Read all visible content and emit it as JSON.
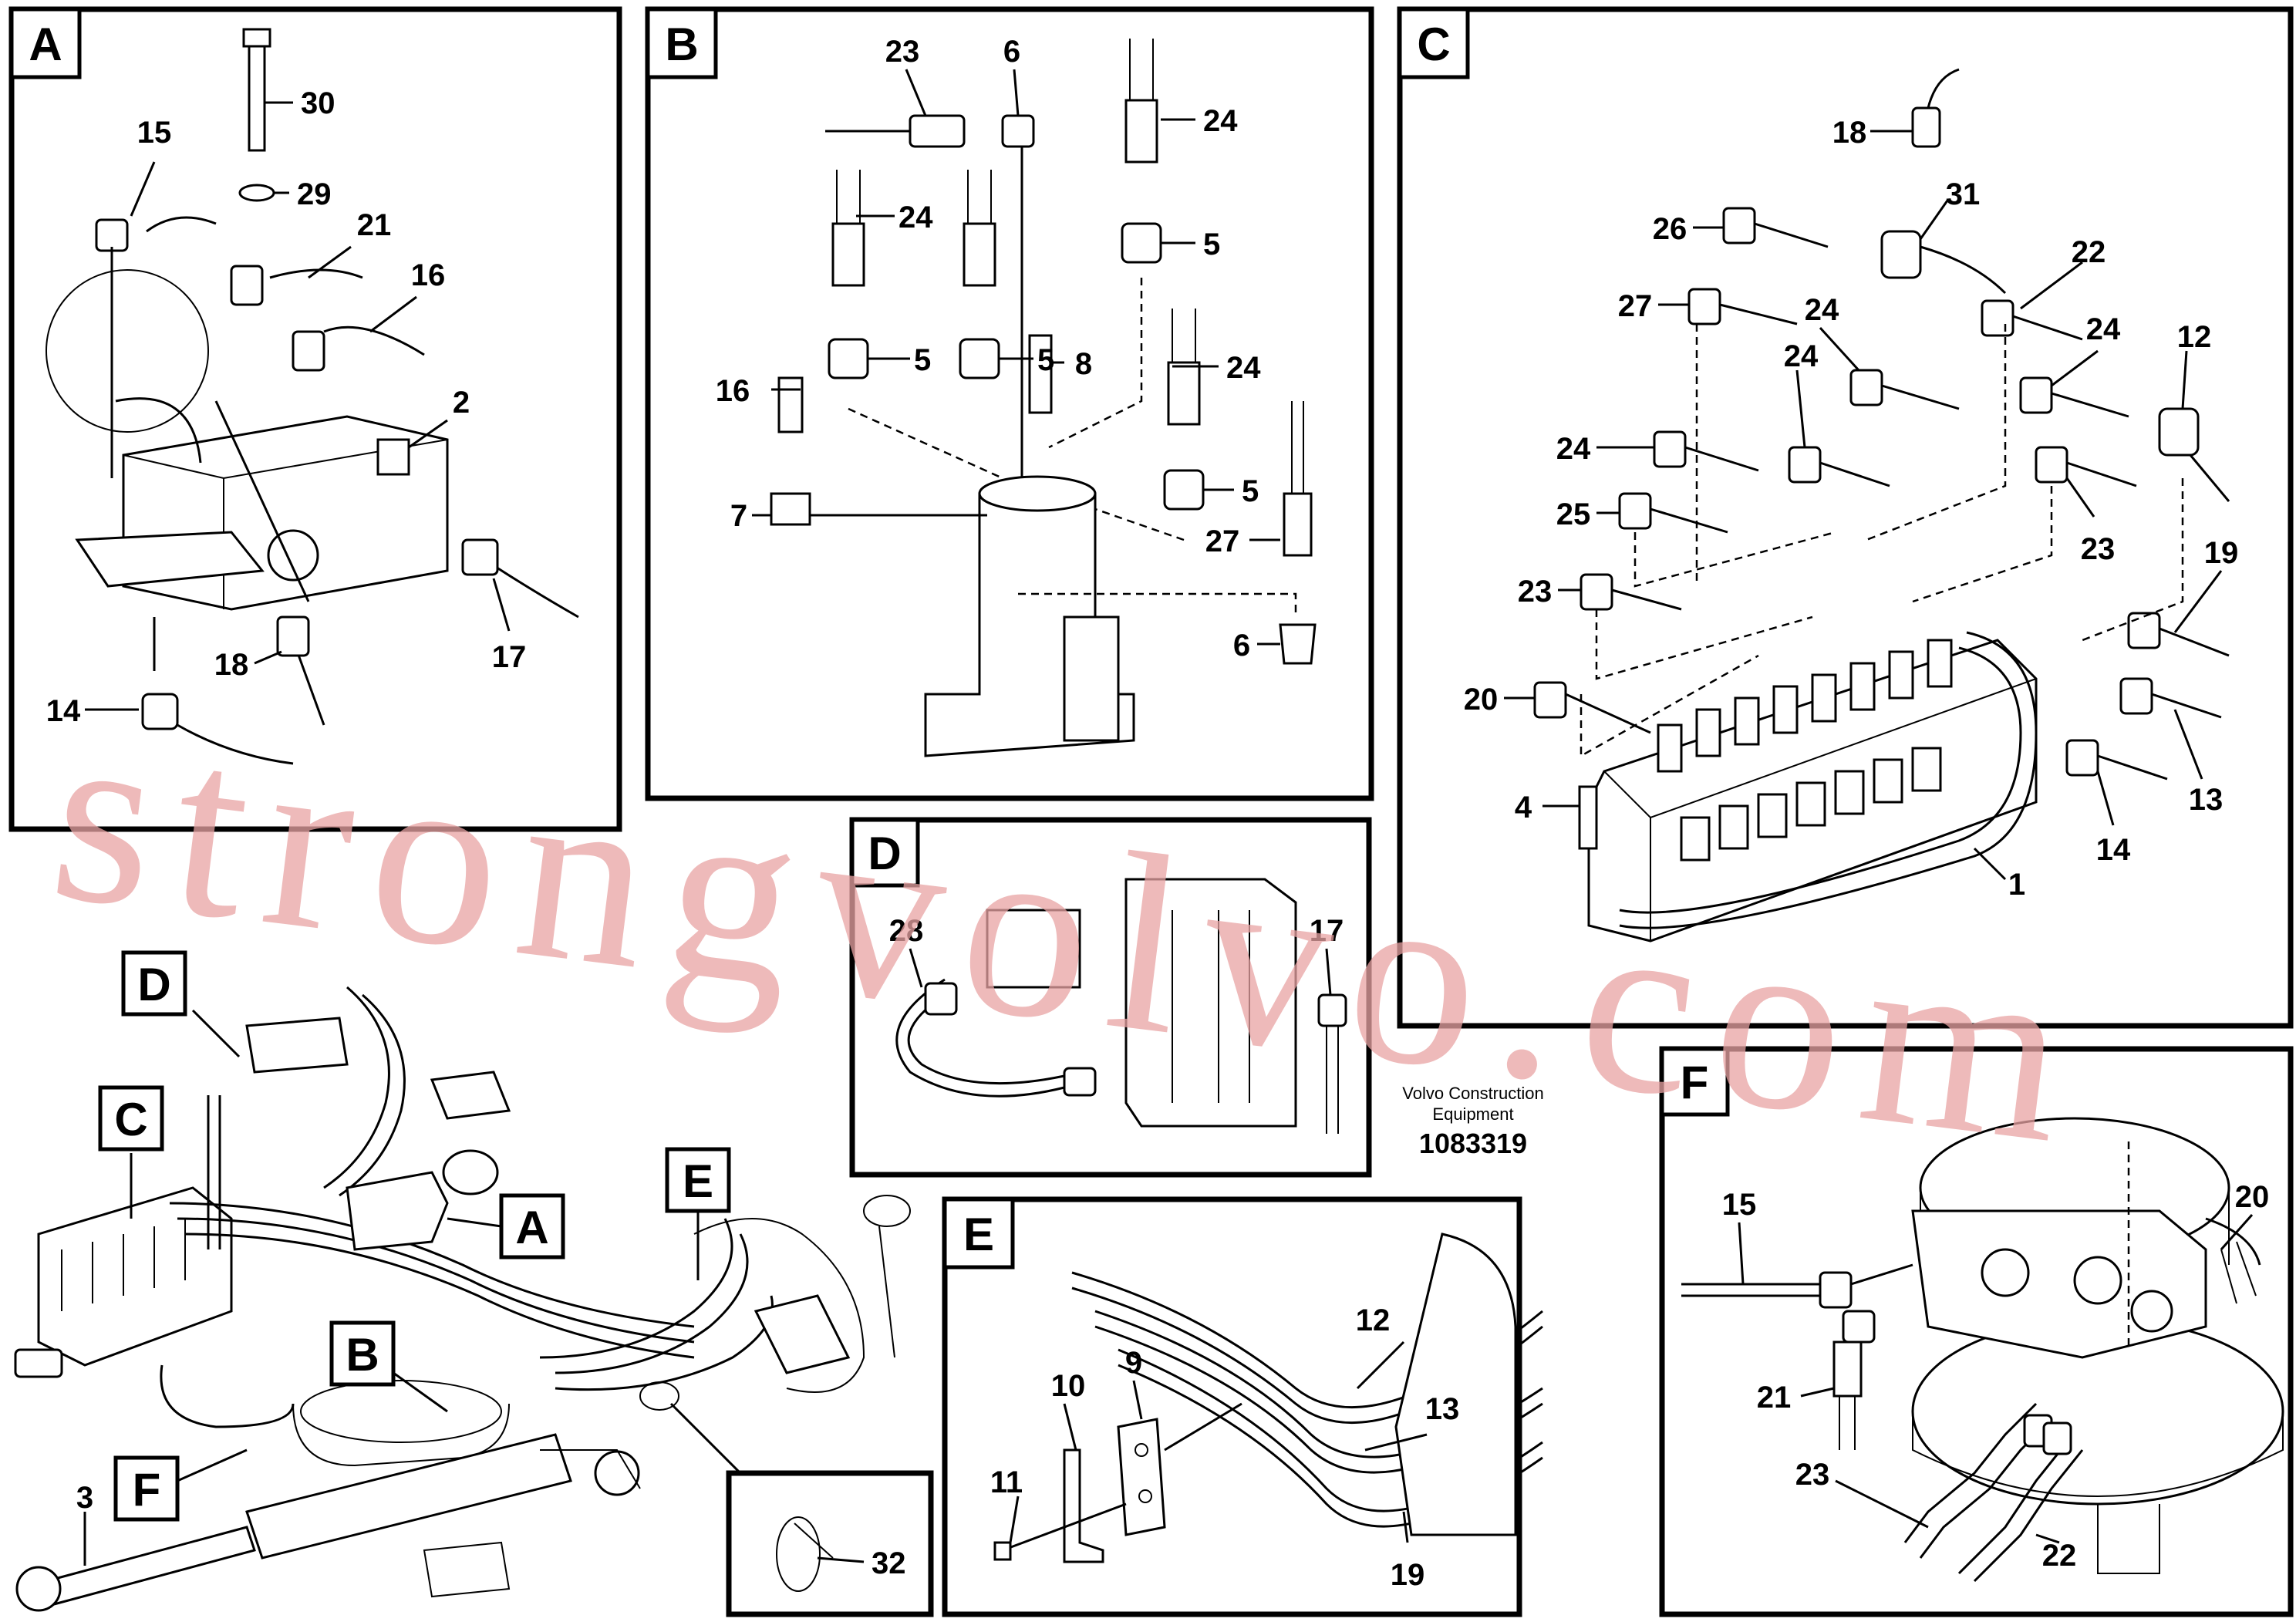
{
  "panels": {
    "A": {
      "tag": "A",
      "labels": [
        "30",
        "15",
        "29",
        "21",
        "16",
        "2",
        "17",
        "18",
        "14"
      ]
    },
    "B": {
      "tag": "B",
      "labels": [
        "23",
        "6",
        "24",
        "24",
        "5",
        "5",
        "24",
        "5",
        "16",
        "8",
        "24",
        "7",
        "5",
        "27",
        "6"
      ]
    },
    "C": {
      "tag": "C",
      "labels": [
        "18",
        "26",
        "31",
        "27",
        "22",
        "24",
        "24",
        "24",
        "12",
        "24",
        "25",
        "23",
        "19",
        "23",
        "20",
        "13",
        "4",
        "14",
        "1"
      ]
    },
    "D": {
      "tag": "D",
      "labels": [
        "28",
        "17"
      ]
    },
    "E": {
      "tag": "E",
      "labels": [
        "12",
        "10",
        "9",
        "13",
        "11",
        "19"
      ]
    },
    "F": {
      "tag": "F",
      "labels": [
        "15",
        "20",
        "21",
        "23",
        "22"
      ]
    },
    "overview": {
      "tags": [
        "D",
        "C",
        "A",
        "E",
        "B",
        "F"
      ],
      "labels": [
        "3",
        "32"
      ]
    }
  },
  "caption": {
    "line1": "Volvo Construction",
    "line2": "Equipment",
    "number": "1083319"
  },
  "watermark": "strongvolvo.com",
  "colors": {
    "line": "#000000",
    "watermark": "#e8a3a3",
    "background": "#ffffff"
  }
}
